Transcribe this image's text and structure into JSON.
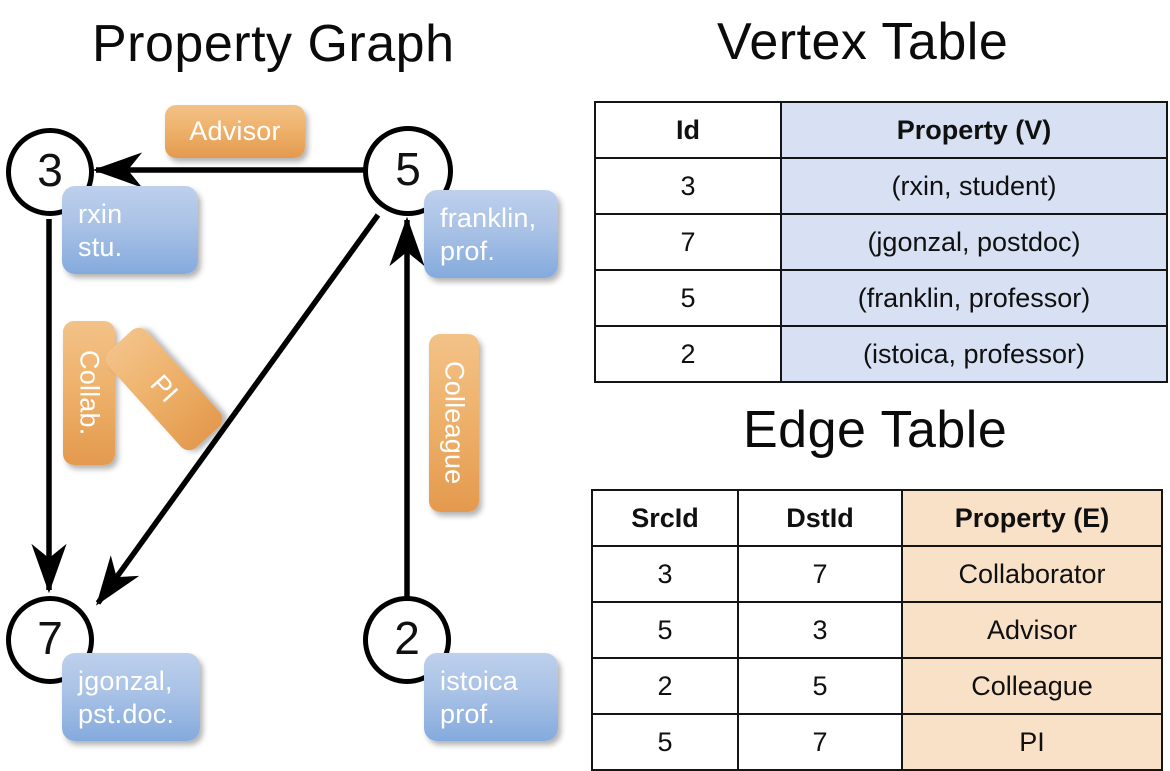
{
  "titles": {
    "property_graph": "Property Graph",
    "vertex_table": "Vertex Table",
    "edge_table": "Edge Table"
  },
  "graph": {
    "nodes": [
      {
        "id": "3",
        "label": "3",
        "property_lines": [
          "rxin",
          "stu."
        ]
      },
      {
        "id": "5",
        "label": "5",
        "property_lines": [
          "franklin,",
          "prof."
        ]
      },
      {
        "id": "7",
        "label": "7",
        "property_lines": [
          "jgonzal,",
          "pst.doc."
        ]
      },
      {
        "id": "2",
        "label": "2",
        "property_lines": [
          "istoica",
          "prof."
        ]
      }
    ],
    "node_property_labels": {
      "rxin_line1": "rxin",
      "rxin_line2": "stu.",
      "franklin_line1": "franklin,",
      "franklin_line2": "prof.",
      "jgonzal_line1": "jgonzal,",
      "jgonzal_line2": "pst.doc.",
      "istoica_line1": "istoica",
      "istoica_line2": "prof."
    },
    "edge_labels": {
      "advisor": "Advisor",
      "collab": "Collab.",
      "pi": "PI",
      "colleague": "Colleague"
    },
    "edges": [
      {
        "from": "5",
        "to": "3",
        "label": "Advisor"
      },
      {
        "from": "3",
        "to": "7",
        "label": "Collab."
      },
      {
        "from": "5",
        "to": "7",
        "label": "PI"
      },
      {
        "from": "2",
        "to": "5",
        "label": "Colleague"
      }
    ]
  },
  "vertex_table": {
    "headers": [
      "Id",
      "Property (V)"
    ],
    "rows": [
      {
        "id": "3",
        "property": "(rxin, student)"
      },
      {
        "id": "7",
        "property": "(jgonzal, postdoc)"
      },
      {
        "id": "5",
        "property": "(franklin, professor)"
      },
      {
        "id": "2",
        "property": "(istoica, professor)"
      }
    ]
  },
  "edge_table": {
    "headers": [
      "SrcId",
      "DstId",
      "Property (E)"
    ],
    "rows": [
      {
        "src": "3",
        "dst": "7",
        "property": "Collaborator"
      },
      {
        "src": "5",
        "dst": "3",
        "property": "Advisor"
      },
      {
        "src": "2",
        "dst": "5",
        "property": "Colleague"
      },
      {
        "src": "5",
        "dst": "7",
        "property": "PI"
      }
    ]
  },
  "colors": {
    "vertex_property_fill": "#d7e1f3",
    "edge_property_fill": "#f8e1c7",
    "node_callout_blue": "#84aadd",
    "edge_callout_orange": "#e49a4e",
    "stroke": "#151515",
    "background": "#ffffff"
  }
}
